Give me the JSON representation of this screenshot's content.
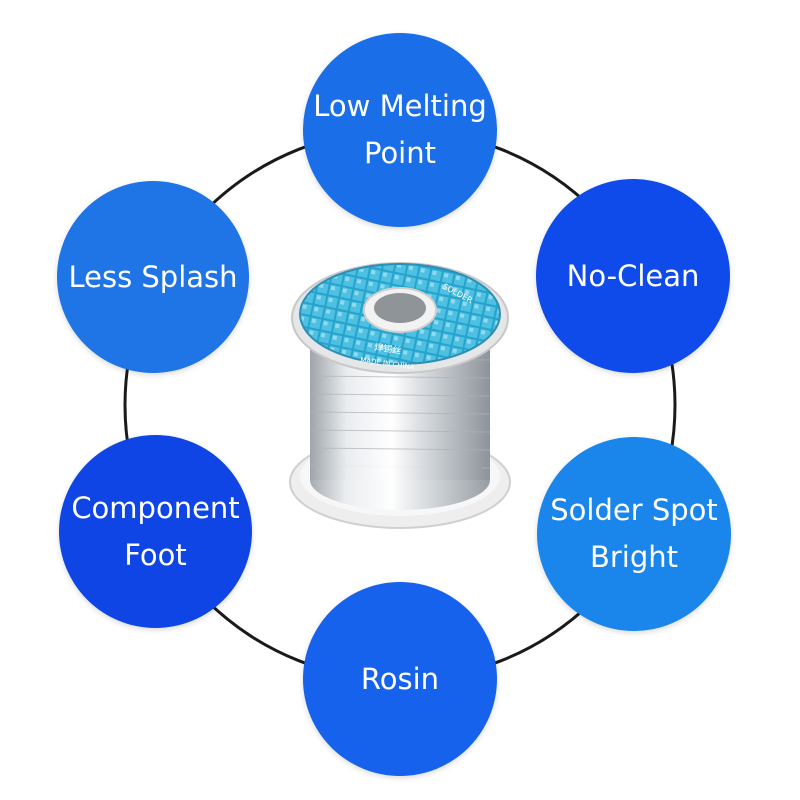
{
  "features": {
    "top": {
      "line1": "Low Melting",
      "line2": "Point"
    },
    "left": {
      "line1": "Less Splash"
    },
    "right": {
      "line1": "No-Clean"
    },
    "bottom_left": {
      "line1": "Component",
      "line2": "Foot"
    },
    "bottom_right": {
      "line1": "Solder Spot",
      "line2": "Bright"
    },
    "bottom": {
      "line1": "Rosin"
    }
  },
  "spool_label": {
    "made_in": "MADE IN CHINA",
    "solder": "SOLDER",
    "chinese": "焊锡丝"
  },
  "colors": {
    "bubble_blue": "#1a6ee8",
    "bubble_deep": "#0f45e4",
    "ring": "#1a1a1a",
    "label_teal": "#1ea7c9"
  }
}
